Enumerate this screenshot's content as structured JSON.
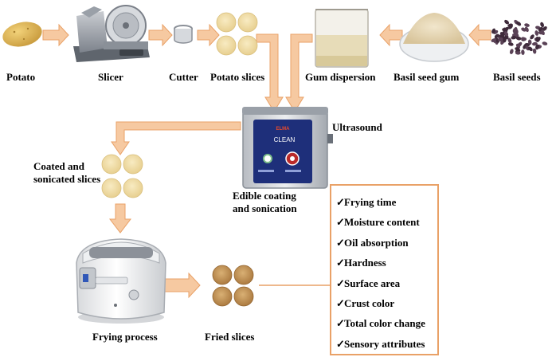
{
  "labels": {
    "potato": "Potato",
    "slicer": "Slicer",
    "cutter": "Cutter",
    "potato_slices": "Potato slices",
    "gum_dispersion": "Gum dispersion",
    "basil_seed_gum": "Basil seed gum",
    "basil_seeds": "Basil seeds",
    "ultrasound": "Ultrasound",
    "coated_slices_line1": "Coated and",
    "coated_slices_line2": "sonicated slices",
    "edible_coating_line1": "Edible coating",
    "edible_coating_line2": "and sonication",
    "frying_process": "Frying process",
    "fried_slices": "Fried slices"
  },
  "device_text": {
    "ultrasound_brand": "ELMA",
    "ultrasound_model": "CLEAN"
  },
  "measurements": [
    "Frying time",
    "Moisture content",
    "Oil absorption",
    "Hardness",
    "Surface area",
    "Crust color",
    "Total color change",
    "Sensory attributes"
  ],
  "check_symbol": "✓",
  "colors": {
    "arrow_fill": "#f6c9a1",
    "arrow_stroke": "#e9a167",
    "box_border": "#e9a167",
    "potato": "#d9b45a",
    "raw_slice": "#f0dca6",
    "fried_slice": "#c99a5a",
    "gum_powder": "#e8d9b8",
    "basil_seed": "#3e2a3a",
    "ultrasound_panel": "#1e2f7a"
  }
}
